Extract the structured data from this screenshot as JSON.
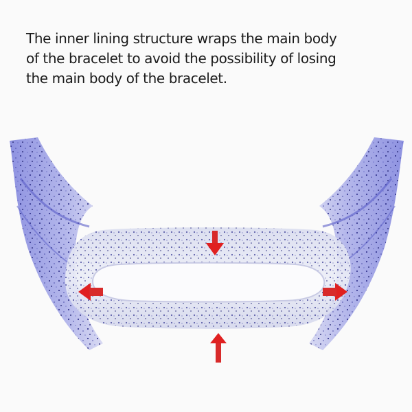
{
  "caption": {
    "lines": [
      "The inner lining structure wraps the main body",
      "of the bracelet to avoid the possibility of losing",
      "the main body of the bracelet."
    ]
  },
  "image": {
    "subject": "glitter-bracelet-strap",
    "strap_color": "#6b6fd6",
    "inner_lining_color": "#e6e8f4",
    "arrow_color": "#e02020"
  }
}
